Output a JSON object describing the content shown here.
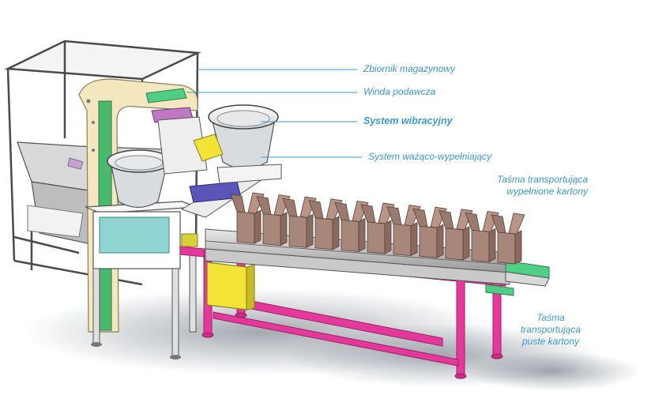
{
  "labels": {
    "hopper": "Zbiornik magazynowy",
    "elevator": "Winda podawcza",
    "vibratory": "System wibracyjny",
    "weighing": "System ważąco-wypełniający",
    "filled_belt_line1": "Taśma transportująca",
    "filled_belt_line2": "wypełnione kartony",
    "empty_belt_line1": "Taśma",
    "empty_belt_line2": "transportująca",
    "empty_belt_line3": "puste kartony"
  },
  "colors": {
    "label_text": "#3a9ad6",
    "leader_line": "#3a9ad6",
    "frame_magenta": "#e3399b",
    "belt_green": "#4fcf86",
    "elevator_cream": "#f4e7bf",
    "carton_brown": "#8a6a5e",
    "panel_teal": "#8fd4d0",
    "feeder_yellow": "#f2e336",
    "chute_purple": "#c078c4",
    "block_blue": "#5a55b8",
    "hopper_frame": "#4a4a4a"
  }
}
